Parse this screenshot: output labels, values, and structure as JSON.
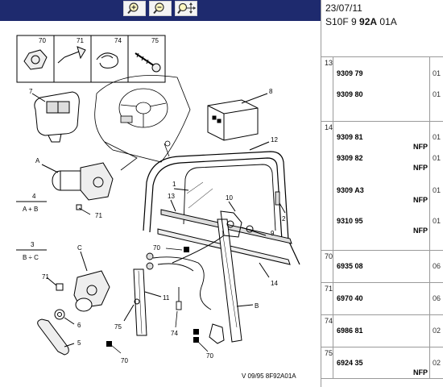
{
  "toolbar": {
    "zoom_in_icon": "zoom-in-icon",
    "zoom_out_icon": "zoom-out-icon",
    "zoom_pan_icon": "zoom-pan-icon"
  },
  "diagram": {
    "labels": {
      "70a": "70",
      "71a": "71",
      "74a": "74",
      "75a": "75",
      "7": "7",
      "8": "8",
      "A": "A",
      "4": "4",
      "A+B": "A + B",
      "71b": "71",
      "12": "12",
      "1": "1",
      "13": "13",
      "10": "10",
      "2": "2",
      "9": "9",
      "3": "3",
      "B-C": "B ÷ C",
      "C": "C",
      "70b": "70",
      "71c": "71",
      "6": "6",
      "5": "5",
      "75b": "75",
      "11": "11",
      "74b": "74",
      "14": "14",
      "B": "B",
      "70c": "70",
      "70d": "70"
    },
    "reference": "V 09/95 8F92A01A"
  },
  "header": {
    "date": "23/07/11",
    "code_prefix": "S10F 9 ",
    "code_bold": "92A",
    "code_suffix": " 01A"
  },
  "groups": [
    {
      "num": "13",
      "rows": [
        {
          "pn": "9309 79",
          "nfp": "",
          "qty": "01"
        },
        {
          "pn": "9309 80",
          "nfp": "",
          "qty": "01"
        }
      ]
    },
    {
      "num": "14",
      "rows": [
        {
          "pn": "9309 81",
          "nfp": "NFP",
          "qty": "01"
        },
        {
          "pn": "9309 82",
          "nfp": "NFP",
          "qty": "01"
        },
        {
          "pn": "9309 A3",
          "nfp": "NFP",
          "qty": "01"
        },
        {
          "pn": "9310 95",
          "nfp": "NFP",
          "qty": "01"
        }
      ]
    },
    {
      "num": "70",
      "rows": [
        {
          "pn": "6935 08",
          "nfp": "",
          "qty": "06"
        }
      ]
    },
    {
      "num": "71",
      "rows": [
        {
          "pn": "6970 40",
          "nfp": "",
          "qty": "06"
        }
      ]
    },
    {
      "num": "74",
      "rows": [
        {
          "pn": "6986 81",
          "nfp": "",
          "qty": "02"
        }
      ]
    },
    {
      "num": "75",
      "rows": [
        {
          "pn": "6924 35",
          "nfp": "NFP",
          "qty": "02"
        }
      ]
    }
  ]
}
